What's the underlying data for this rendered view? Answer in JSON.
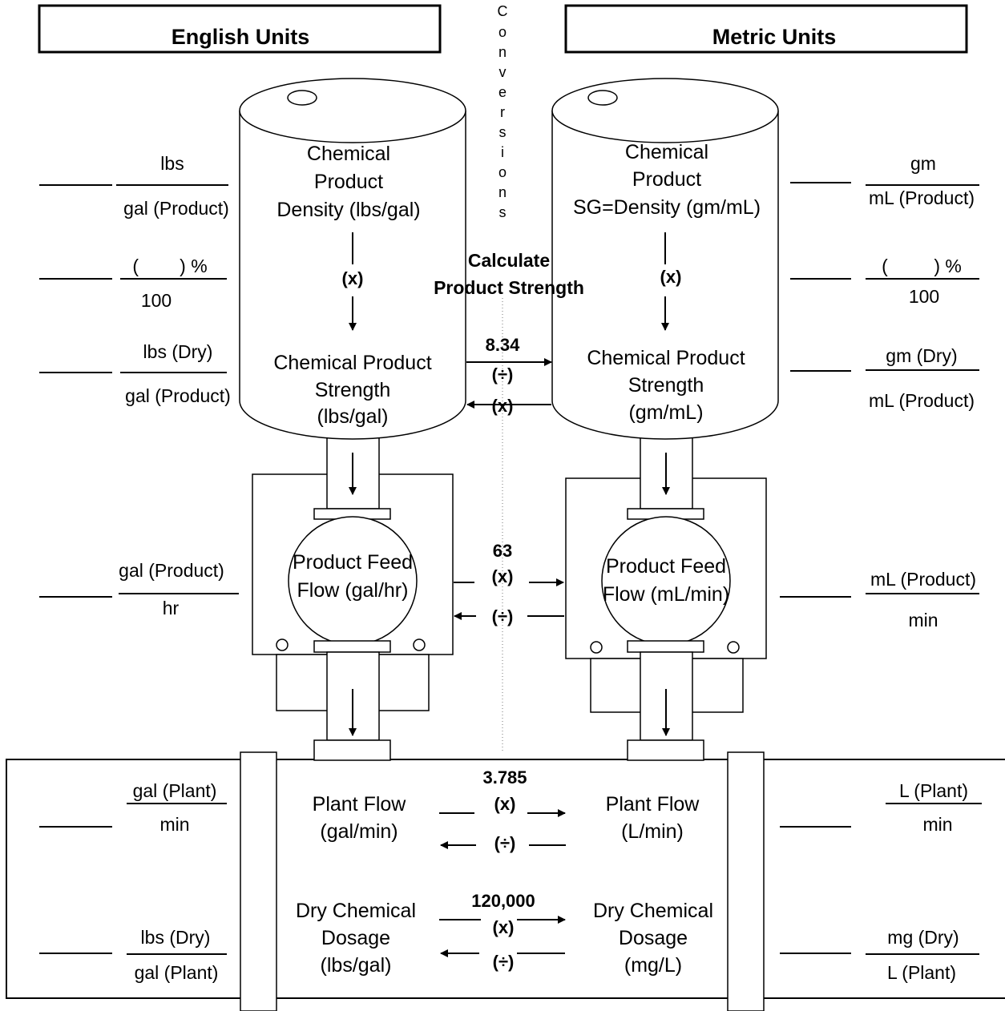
{
  "headers": {
    "english": "English Units",
    "metric": "Metric Units"
  },
  "conversions_vertical": [
    "C",
    "o",
    "n",
    "v",
    "e",
    "r",
    "s",
    "i",
    "o",
    "n",
    "s"
  ],
  "calculate": {
    "line1": "Calculate",
    "line2": "Product Strength"
  },
  "english_tank": {
    "density_lines": [
      "Chemical",
      "Product",
      "Density (lbs/gal)"
    ],
    "multiply": "(x)",
    "strength_lines": [
      "Chemical Product",
      "Strength",
      "(lbs/gal)"
    ]
  },
  "metric_tank": {
    "density_lines": [
      "Chemical",
      "Product",
      "SG=Density (gm/mL)"
    ],
    "multiply": "(x)",
    "strength_lines": [
      "Chemical Product",
      "Strength",
      "(gm/mL)"
    ]
  },
  "english_pump": {
    "lines": [
      "Product Feed",
      "Flow (gal/hr)"
    ]
  },
  "metric_pump": {
    "lines": [
      "Product Feed",
      "Flow (mL/min)"
    ]
  },
  "conversions": [
    {
      "factor": "8.34",
      "forward": "(÷)",
      "back": "(x)"
    },
    {
      "factor": "63",
      "forward": "(x)",
      "back": "(÷)"
    },
    {
      "factor": "3.785",
      "forward": "(x)",
      "back": "(÷)"
    },
    {
      "factor": "120,000",
      "forward": "(x)",
      "back": "(÷)"
    }
  ],
  "english_plant_flow": [
    "Plant Flow",
    "(gal/min)"
  ],
  "metric_plant_flow": [
    "Plant Flow",
    "(L/min)"
  ],
  "english_dosage": [
    "Dry Chemical",
    "Dosage",
    "(lbs/gal)"
  ],
  "metric_dosage": [
    "Dry Chemical",
    "Dosage",
    "(mg/L)"
  ],
  "english_fractions": [
    {
      "num": "lbs",
      "den": "gal (Product)"
    },
    {
      "num": "(        ) %",
      "den": "100"
    },
    {
      "num": "lbs (Dry)",
      "den": "gal (Product)"
    },
    {
      "num": "gal (Product)",
      "den": "hr"
    },
    {
      "num": "gal (Plant)",
      "den": "min"
    },
    {
      "num": "lbs (Dry)",
      "den": "gal (Plant)"
    }
  ],
  "metric_fractions": [
    {
      "num": "gm",
      "den": "mL (Product)"
    },
    {
      "num": "(         ) %",
      "den": "100"
    },
    {
      "num": "gm (Dry)",
      "den": "mL (Product)"
    },
    {
      "num": "mL (Product)",
      "den": "min"
    },
    {
      "num": "L (Plant)",
      "den": "min"
    },
    {
      "num": "mg (Dry)",
      "den": "L (Plant)"
    }
  ]
}
